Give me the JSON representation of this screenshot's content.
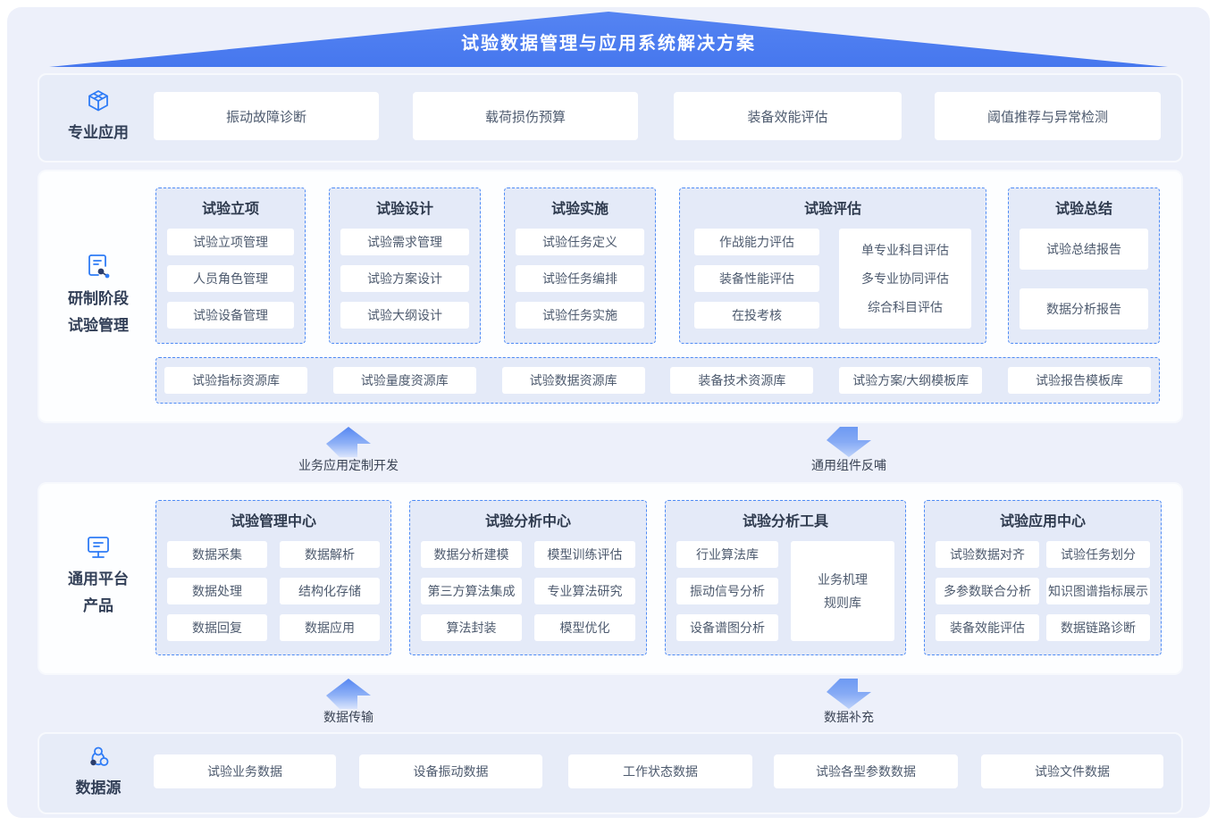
{
  "colors": {
    "banner_blue": "#4c7ef0",
    "dashed_border": "#4e8bf5",
    "dashed_fill": "#e4eaf8",
    "panel_tint": "#e7ecf8",
    "icon_blue": "#2f7cf6",
    "icon_navy": "#2c3e6b"
  },
  "banner": {
    "title": "试验数据管理与应用系统解决方案"
  },
  "pro": {
    "icon": "cube-icon",
    "label": "专业应用",
    "items": [
      "振动故障诊断",
      "载荷损伤预算",
      "装备效能评估",
      "阈值推荐与异常检测"
    ]
  },
  "dev": {
    "icon": "doc-flow-icon",
    "label1": "研制阶段",
    "label2": "试验管理",
    "groups": [
      {
        "title": "试验立项",
        "items": [
          "试验立项管理",
          "人员角色管理",
          "试验设备管理"
        ]
      },
      {
        "title": "试验设计",
        "items": [
          "试验需求管理",
          "试验方案设计",
          "试验大纲设计"
        ]
      },
      {
        "title": "试验实施",
        "items": [
          "试验任务定义",
          "试验任务编排",
          "试验任务实施"
        ]
      },
      {
        "title": "试验评估",
        "items": [
          "作战能力评估",
          "装备性能评估",
          "在投考核"
        ],
        "stack": [
          "单专业科目评估",
          "多专业协同评估",
          "综合科目评估"
        ]
      },
      {
        "title": "试验总结",
        "items": [
          "试验总结报告",
          "数据分析报告"
        ]
      }
    ],
    "resources": [
      "试验指标资源库",
      "试验量度资源库",
      "试验数据资源库",
      "装备技术资源库",
      "试验方案/大纲模板库",
      "试验报告模板库"
    ]
  },
  "flow1": {
    "up": "业务应用定制开发",
    "down": "通用组件反哺"
  },
  "plat": {
    "icon": "monitor-icon",
    "label1": "通用平台",
    "label2": "产品",
    "groups": [
      {
        "title": "试验管理中心",
        "items": [
          "数据采集",
          "数据解析",
          "数据处理",
          "结构化存储",
          "数据回复",
          "数据应用"
        ]
      },
      {
        "title": "试验分析中心",
        "items": [
          "数据分析建模",
          "模型训练评估",
          "第三方算法集成",
          "专业算法研究",
          "算法封装",
          "模型优化"
        ]
      },
      {
        "title": "试验分析工具",
        "items": [
          "行业算法库",
          "振动信号分析",
          "设备谱图分析"
        ],
        "side1": "业务机理",
        "side2": "规则库"
      },
      {
        "title": "试验应用中心",
        "items": [
          "试验数据对齐",
          "试验任务划分",
          "多参数联合分析",
          "知识图谱指标展示",
          "装备效能评估",
          "数据链路诊断"
        ]
      }
    ]
  },
  "flow2": {
    "up": "数据传输",
    "down": "数据补充"
  },
  "src": {
    "icon": "data-nodes-icon",
    "label": "数据源",
    "items": [
      "试验业务数据",
      "设备振动数据",
      "工作状态数据",
      "试验各型参数数据",
      "试验文件数据"
    ]
  }
}
